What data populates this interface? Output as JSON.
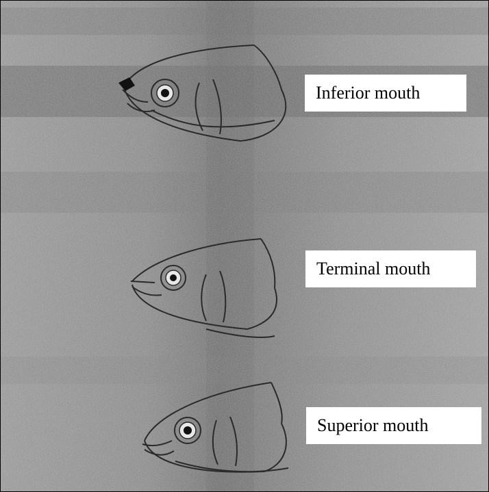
{
  "labels": {
    "inferior": "Inferior mouth",
    "terminal": "Terminal mouth",
    "superior": "Superior mouth"
  },
  "colors": {
    "background": "#8f8f8f",
    "dark_band": "#5e5e5e",
    "line": "#2a2a2a",
    "label_bg": "#ffffff"
  },
  "icons": [
    "fish-head-inferior-mouth",
    "fish-head-terminal-mouth",
    "fish-head-superior-mouth"
  ]
}
